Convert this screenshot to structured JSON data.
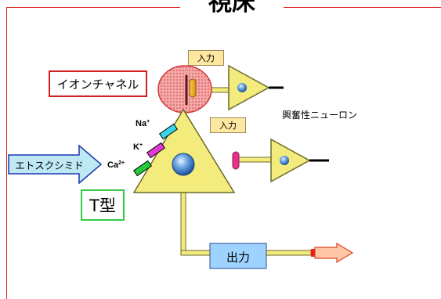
{
  "title": "視床",
  "labels": {
    "ion_channel": "イオンチャネル",
    "input_top": "入力",
    "input_mid": "入力",
    "excitatory_neuron": "興奮性ニューロン",
    "ethosuximide": "エトスクシミド",
    "t_type": "T型",
    "output": "出力"
  },
  "ions": {
    "na_symbol": "Na",
    "na_charge": "+",
    "k_symbol": "K",
    "k_charge": "+",
    "ca_symbol": "Ca",
    "ca_charge": "2+"
  },
  "colors": {
    "frame_line": "#e02020",
    "neuron_body": "#f3ec7c",
    "neuron_outline": "#6b6a2a",
    "nucleus": "#5a96d6",
    "ion_channel_zone": "#f5a6a6",
    "drug_arrow": "#bfe8f5",
    "drug_arrow_outline": "#1838b0",
    "output_box": "#9fd3ff",
    "output_arrow": "#ffc7a8",
    "na_channel": "#39d7e6",
    "k_channel": "#e13ad1",
    "ca_channel": "#24cc3a",
    "synapse_blob": "#e6338a",
    "receptor": "#f2b533"
  },
  "icons": {
    "ion_channel_zone": "dotted-circle-icon",
    "nucleus": "nucleus-icon",
    "drug_arrow": "arrow-right-icon",
    "output_arrow": "arrow-right-icon"
  }
}
